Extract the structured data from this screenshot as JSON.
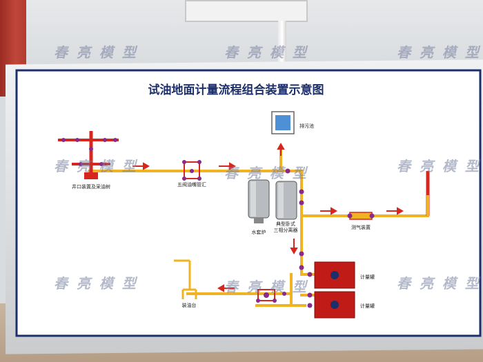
{
  "board": {
    "title": "试油地面计量流程组合装置示意图"
  },
  "labels": {
    "wellhead": "井口装置及采油树",
    "manifold": "五阀油嘴管汇",
    "drain_pool": "排污池",
    "water_heater": "水套炉",
    "separator_line1": "典型卧式",
    "separator_line2": "三相分离器",
    "gas_measure": "测气装置",
    "tank_1": "计量罐",
    "tank_2": "计量罐",
    "oil_loading": "装油台"
  },
  "watermark": {
    "text": "春 亮 模 型"
  },
  "colors": {
    "board_bg": "#ffffff",
    "border_blue": "#1c2f6b",
    "pipe_yellow": "#f0b323",
    "pipe_red": "#d7261e",
    "valve_purple": "#8a2a8a",
    "tank_red": "#c11b17",
    "arrow_red": "#d7261e",
    "drain_blue": "#4d90d6"
  },
  "icons": {
    "wellhead": "wellhead-tree-icon",
    "valve": "valve-icon",
    "arrow": "flow-arrow-icon",
    "drain": "drain-pool-icon",
    "heater": "water-heater-icon",
    "separator": "separator-icon",
    "tank": "metering-tank-icon",
    "loading": "loading-rack-icon"
  }
}
